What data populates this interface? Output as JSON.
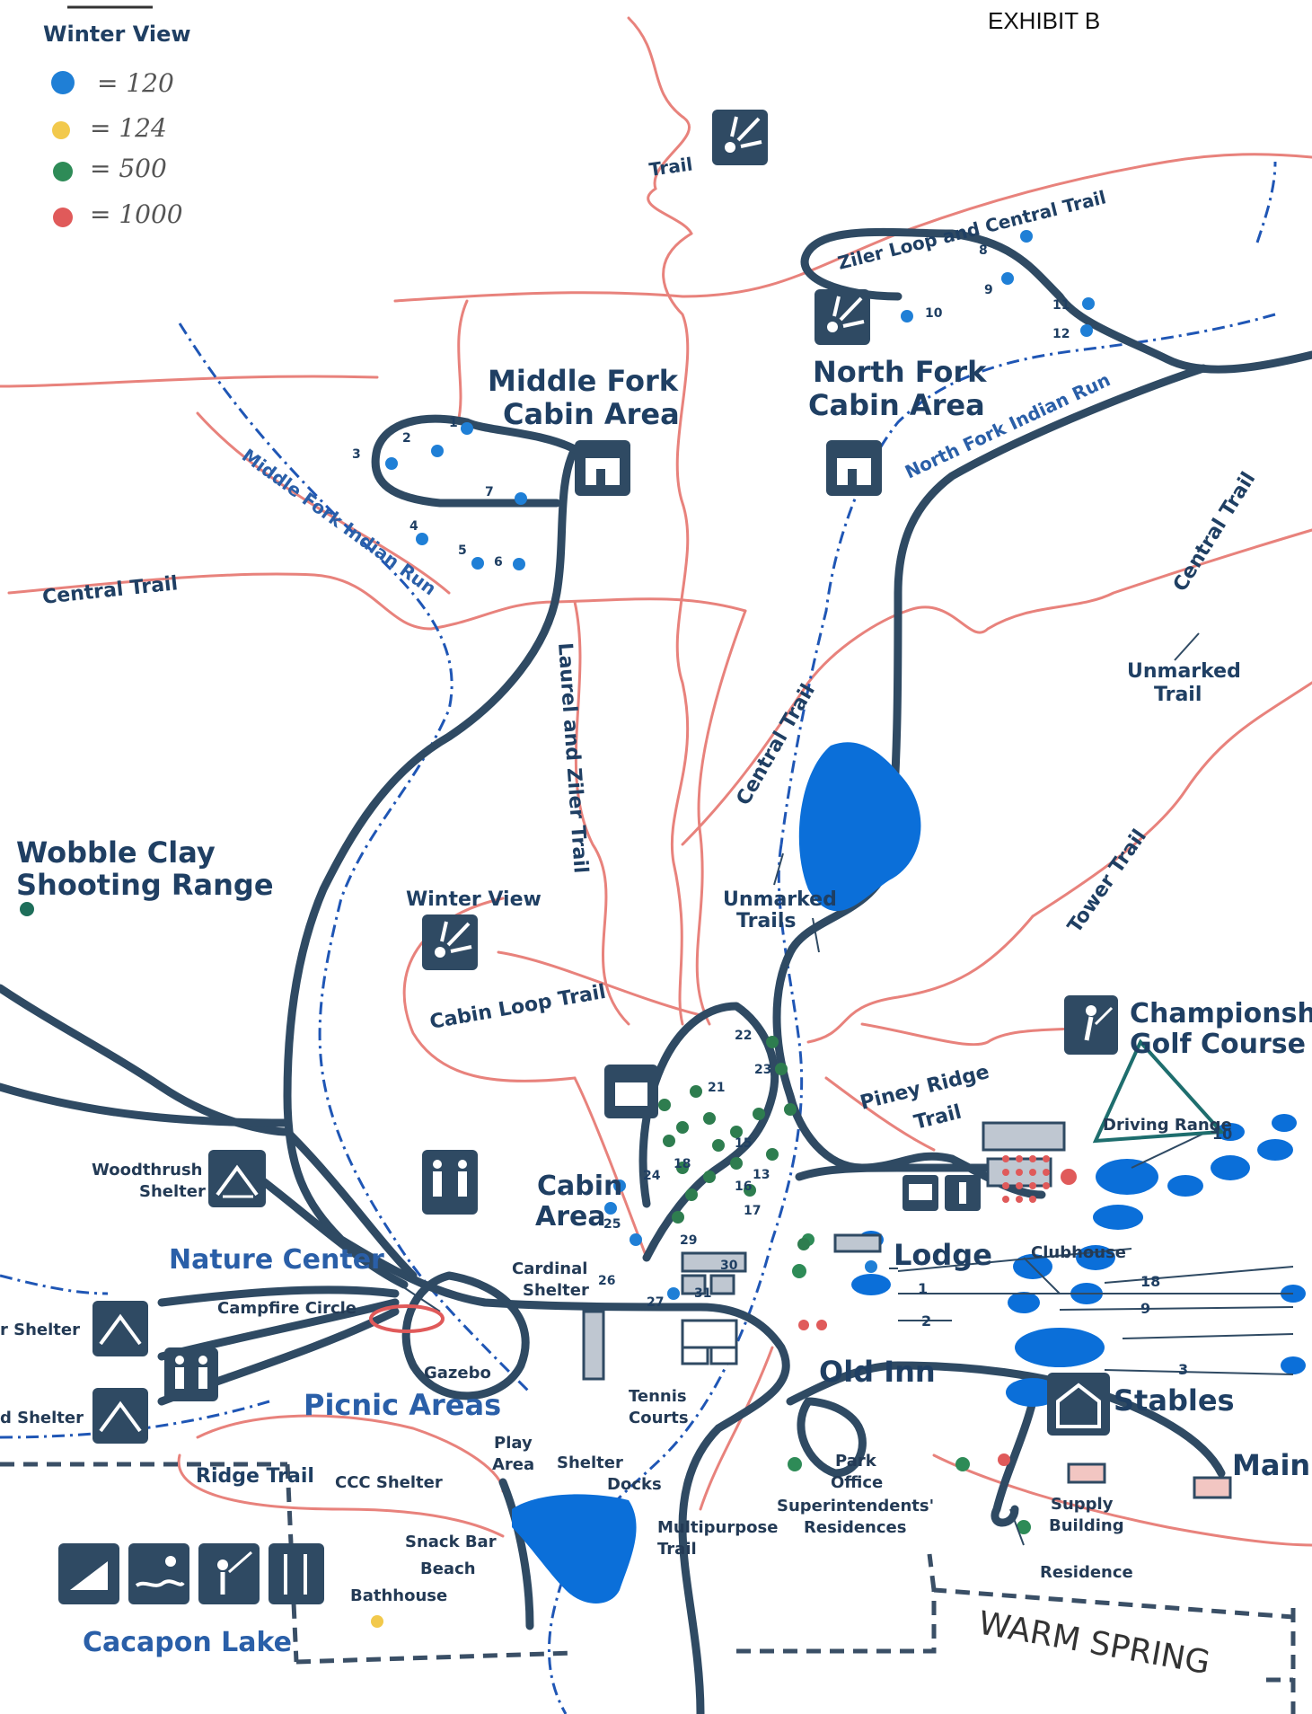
{
  "header": {
    "exhibit": "EXHIBIT B"
  },
  "legend": {
    "title": "Winter View",
    "items": [
      {
        "color": "#1f7fd6",
        "value": "= 120"
      },
      {
        "color": "#f2c94c",
        "value": "= 124"
      },
      {
        "color": "#2e8b57",
        "value": "= 500"
      },
      {
        "color": "#e05a5a",
        "value": "= 1000"
      }
    ]
  },
  "labels": {
    "trail_top": "Trail",
    "ziler_loop": "Ziler Loop and Central Trail",
    "middle_fork_line1": "Middle Fork",
    "middle_fork_line2": "Cabin Area",
    "north_fork_line1": "North Fork",
    "north_fork_line2": "Cabin Area",
    "north_fork_run": "North Fork Indian Run",
    "middle_fork_run": "Middle Fork Indian Run",
    "central_trail_left": "Central Trail",
    "central_trail_mid": "Central Trail",
    "central_trail_right": "Central Trail",
    "laurel_ziler": "Laurel and Ziler Trail",
    "unmarked_trail_line1": "Unmarked",
    "unmarked_trail_line2": "Trail",
    "wobble_line1": "Wobble Clay",
    "wobble_line2": "Shooting Range",
    "winter_view": "Winter View",
    "unmarked_trails_line1": "Unmarked",
    "unmarked_trails_line2": "Trails",
    "tower_trail": "Tower Trail",
    "cabin_loop": "Cabin Loop Trail",
    "golf_line1": "Championsh",
    "golf_line2": "Golf Course",
    "piney_line1": "Piney Ridge",
    "piney_line2": "Trail",
    "driving_range": "Driving Range",
    "woodthrush_line1": "Woodthrush",
    "woodthrush_line2": "Shelter",
    "cabin_area_line1": "Cabin",
    "cabin_area_line2": "Area",
    "nature_center": "Nature Center",
    "cardinal_line1": "Cardinal",
    "cardinal_line2": "Shelter",
    "lodge": "Lodge",
    "clubhouse": "Clubhouse",
    "campfire": "Campfire Circle",
    "shelter_left1": "r Shelter",
    "gazebo": "Gazebo",
    "old_inn": "Old Inn",
    "stables": "Stables",
    "main": "Main",
    "shelter_left2": "d Shelter",
    "picnic": "Picnic Areas",
    "tennis_line1": "Tennis",
    "tennis_line2": "Courts",
    "play_line1": "Play",
    "play_line2": "Area",
    "shelter": "Shelter",
    "docks": "Docks",
    "ridge_trail": "Ridge Trail",
    "ccc_shelter": "CCC Shelter",
    "park_line1": "Park",
    "park_line2": "Office",
    "super_line1": "Superintendents'",
    "super_line2": "Residences",
    "supply_line1": "Supply",
    "supply_line2": "Building",
    "snack_bar": "Snack Bar",
    "beach": "Beach",
    "bathhouse": "Bathhouse",
    "multi_line1": "Multipurpose",
    "multi_line2": "Trail",
    "residence": "Residence",
    "cacapon_lake": "Cacapon Lake",
    "warm_spring": "WARM SPRING"
  },
  "cabin_numbers": [
    "1",
    "2",
    "3",
    "4",
    "5",
    "6",
    "7",
    "8",
    "9",
    "10",
    "11",
    "12",
    "13",
    "15",
    "16",
    "17",
    "18",
    "21",
    "22",
    "23",
    "24",
    "25",
    "26",
    "27",
    "29",
    "30",
    "31"
  ],
  "golf_holes": [
    "10",
    "1",
    "18",
    "2",
    "9",
    "3"
  ],
  "icons": [
    "scenic-view-icon",
    "cabin-icon",
    "golf-icon",
    "shelter-icon",
    "restroom-icon",
    "stables-icon",
    "boat-ramp-icon",
    "swimming-icon",
    "fishing-icon",
    "dining-icon"
  ]
}
